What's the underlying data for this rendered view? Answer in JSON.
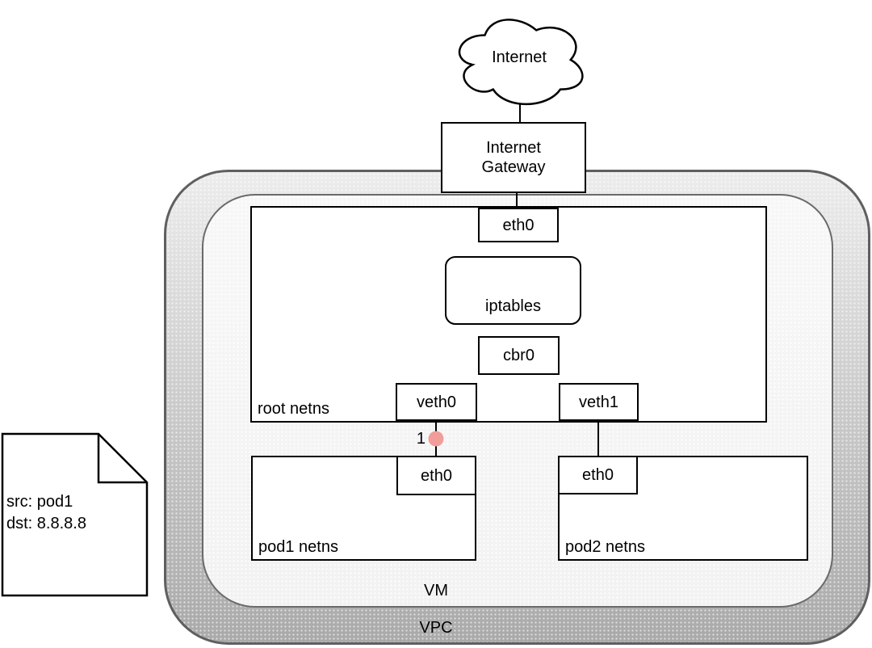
{
  "diagram": {
    "internet": "Internet",
    "internet_gateway": "Internet\nGateway",
    "root_eth0": "eth0",
    "iptables": "iptables",
    "cbr0": "cbr0",
    "veth0": "veth0",
    "veth1": "veth1",
    "root_netns": "root netns",
    "pod1_eth0": "eth0",
    "pod2_eth0": "eth0",
    "pod1_netns": "pod1 netns",
    "pod2_netns": "pod2 netns",
    "vm": "VM",
    "vpc": "VPC"
  },
  "marker": {
    "label": "1",
    "fill": "#f19d9a",
    "stroke": "#000000"
  },
  "note": {
    "line1": "src: pod1",
    "line2": "dst: 8.8.8.8"
  },
  "colors": {
    "node_border": "#000000",
    "node_fill": "#ffffff",
    "vpc_border": "#5f5f5f",
    "vpc_fill_top": "#ececec",
    "vpc_fill_bottom": "#a9a9a9",
    "vm_border": "#6a6a6a",
    "vm_fill": "#f6f6f6",
    "wire": "#000000"
  }
}
